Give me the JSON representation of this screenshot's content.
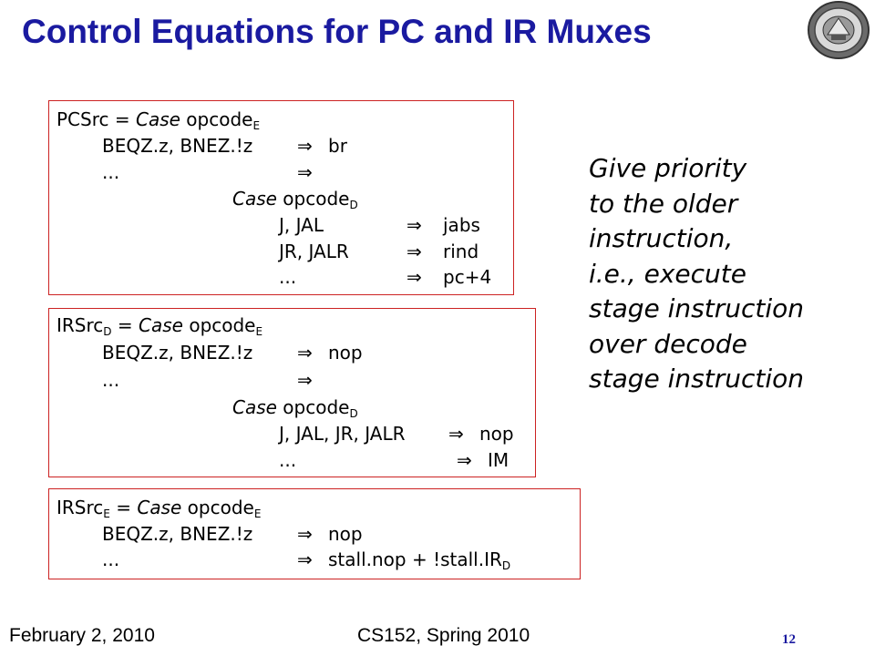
{
  "title": "Control Equations for PC and IR Muxes",
  "pcsrc": {
    "lhs": "PCSrc = ",
    "case_kw": "Case",
    "case_var": " opcode",
    "case_sub": "E",
    "r1_ops": "BEQZ.z, BNEZ.!z",
    "r1_val": "br",
    "r2_ops": "...",
    "inner_case_kw": "Case",
    "inner_case_var": " opcode",
    "inner_case_sub": "D",
    "i1_ops": "J, JAL",
    "i1_val": "jabs",
    "i2_ops": "JR, JALR",
    "i2_val": "rind",
    "i3_ops": "...",
    "i3_val": "pc+4"
  },
  "irsrcd": {
    "lhs_a": "IRSrc",
    "lhs_sub": "D",
    "lhs_b": " = ",
    "case_kw": "Case",
    "case_var": " opcode",
    "case_sub": "E",
    "r1_ops": "BEQZ.z, BNEZ.!z",
    "r1_val": "nop",
    "r2_ops": "...",
    "inner_case_kw": "Case",
    "inner_case_var": " opcode",
    "inner_case_sub": "D",
    "i1_ops": "J, JAL, JR, JALR",
    "i1_val": "nop",
    "i2_ops": "...",
    "i2_val": "IM"
  },
  "irsrce": {
    "lhs_a": "IRSrc",
    "lhs_sub": "E",
    "lhs_b": " = ",
    "case_kw": "Case",
    "case_var": " opcode",
    "case_sub": "E",
    "r1_ops": "BEQZ.z, BNEZ.!z",
    "r1_val": "nop",
    "r2_ops": "...",
    "r2_val": "stall.nop + !stall.IR",
    "r2_sub": "D"
  },
  "arrow_glyph": "⇒",
  "note_lines": [
    "Give priority",
    "to the older",
    "instruction,",
    "i.e., execute",
    "stage instruction",
    "over decode",
    "stage instruction"
  ],
  "footer": {
    "date": "February 2, 2010",
    "course": "CS152, Spring 2010",
    "page": "12"
  },
  "colors": {
    "title": "#1a1aa0",
    "box_border": "#cc2222"
  }
}
